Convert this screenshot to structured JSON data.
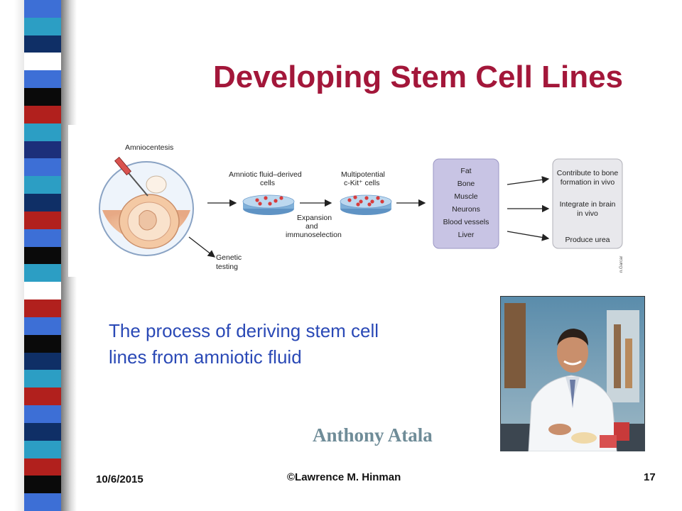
{
  "slide": {
    "title": "Developing Stem Cell Lines",
    "caption_line1": "The process of deriving stem cell",
    "caption_line2": "lines from amniotic fluid",
    "person_name": "Anthony Atala",
    "date": "10/6/2015",
    "copyright": "©Lawrence M. Hinman",
    "page_number": "17"
  },
  "figure": {
    "amniocentesis": "Amniocentesis",
    "fluid_cells_1": "Amniotic fluid–derived",
    "fluid_cells_2": "cells",
    "multipotential_1": "Multipotential",
    "multipotential_2": "c-Kit⁺ cells",
    "expansion_1": "Expansion",
    "expansion_2": "and",
    "expansion_3": "immunoselection",
    "genetic_1": "Genetic",
    "genetic_2": "testing",
    "lineages": [
      "Fat",
      "Bone",
      "Muscle",
      "Neurons",
      "Blood vessels",
      "Liver"
    ],
    "outcome_1a": "Contribute to bone",
    "outcome_1b": "formation in vivo",
    "outcome_2a": "Integrate in brain",
    "outcome_2b": "in vivo",
    "outcome_3": "Produce urea",
    "credit": "n.Garcar"
  },
  "colors": {
    "title": "#a3173a",
    "caption": "#2a49b6",
    "name": "#6f8c98",
    "lineage_box": "#c8c4e4",
    "outcome_box": "#e8e8ec"
  },
  "stripe_colors": [
    "#3d6fd6",
    "#2c9ec4",
    "#0f2f66",
    "#ffffff",
    "#3d6fd6",
    "#0a0a0a",
    "#b1201d",
    "#2c9ec4",
    "#1c2f7a",
    "#3d6fd6",
    "#2c9ec4",
    "#0f2f66",
    "#b1201d",
    "#3d6fd6",
    "#0a0a0a",
    "#2c9ec4",
    "#ffffff",
    "#b1201d",
    "#3d6fd6",
    "#0a0a0a",
    "#0f2f66",
    "#2c9ec4",
    "#b1201d",
    "#3d6fd6",
    "#0f2f66",
    "#2c9ec4",
    "#b1201d",
    "#0a0a0a",
    "#3d6fd6"
  ]
}
